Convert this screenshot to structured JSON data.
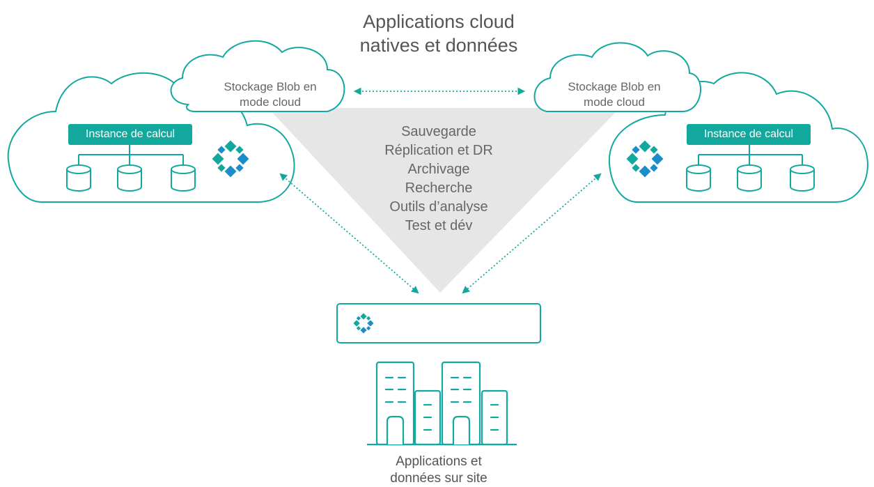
{
  "title": {
    "line1": "Applications cloud",
    "line2": "natives et données"
  },
  "left_cloud": {
    "blob_label": {
      "line1": "Stockage Blob en",
      "line2": "mode cloud"
    },
    "compute_label": "Instance de calcul",
    "icon": "netapp-cloud-volumes-icon",
    "disks": 3
  },
  "right_cloud": {
    "blob_label": {
      "line1": "Stockage Blob en",
      "line2": "mode cloud"
    },
    "compute_label": "Instance de calcul",
    "icon": "netapp-cloud-volumes-icon",
    "disks": 3
  },
  "use_cases": [
    "Sauvegarde",
    "Réplication et DR",
    "Archivage",
    "Recherche",
    "Outils d’analyse",
    "Test et dév"
  ],
  "onprem_appliance": {
    "icon": "netapp-cloud-volumes-icon"
  },
  "onprem_label": {
    "line1": "Applications et",
    "line2": "données sur site"
  },
  "colors": {
    "accent": "#13a89e",
    "accent_dark": "#1b8ec9",
    "funnel": "#e6e6e6",
    "text": "#555555"
  }
}
